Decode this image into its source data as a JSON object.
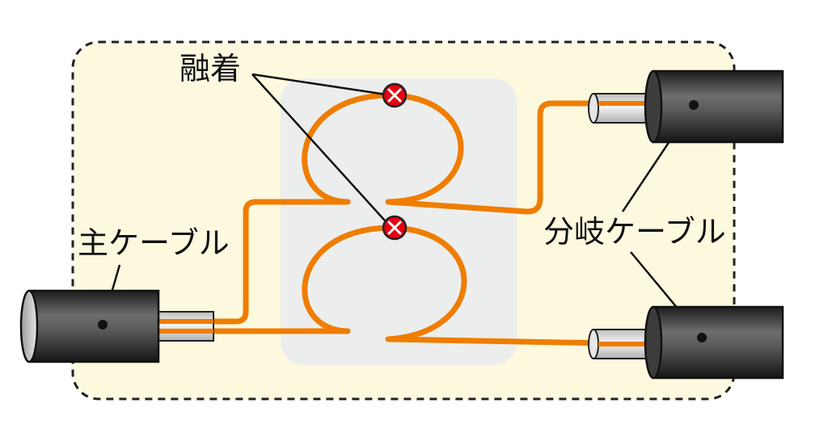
{
  "labels": {
    "fusion": "融着",
    "main_cable": "主ケーブル",
    "branch_cable": "分岐ケーブル"
  },
  "colors": {
    "fiber": "#ef7d00",
    "enclosure_fill": "#fdf9df",
    "closure_tray": "#eceeee",
    "splice_point": "#e60012",
    "cable_jacket": "#3a3a3a",
    "leader_line": "#111111"
  },
  "icons": {
    "splice": "x-circle-icon"
  }
}
